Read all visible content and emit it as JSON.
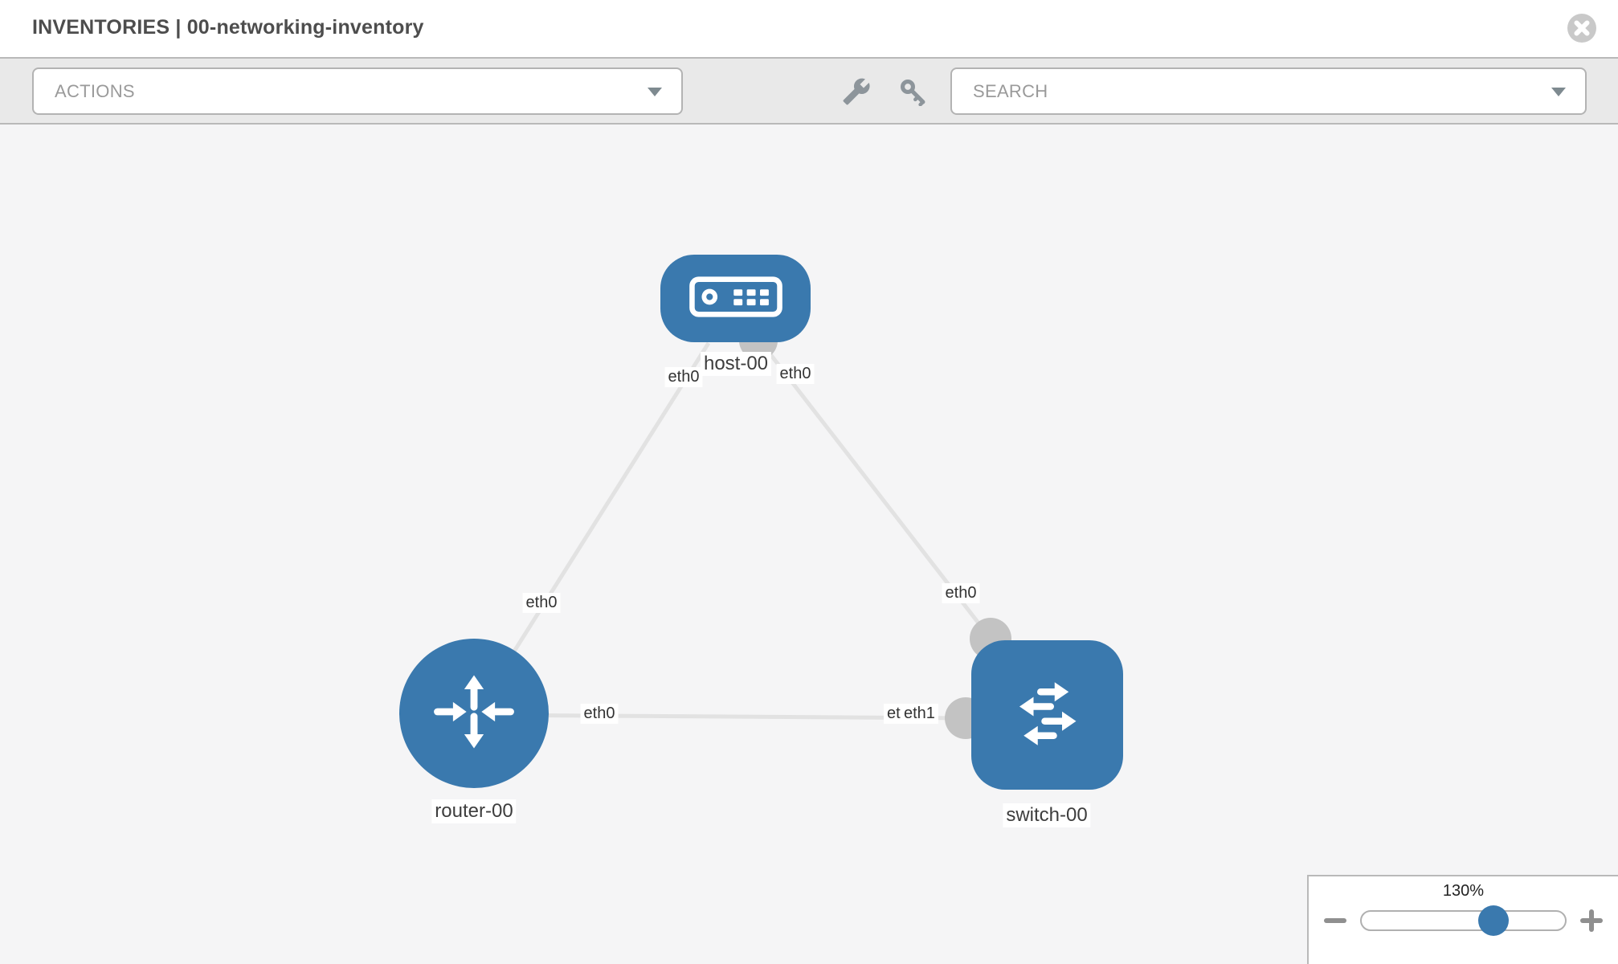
{
  "header": {
    "title": "INVENTORIES | 00-networking-inventory"
  },
  "toolbar": {
    "actions_label": "ACTIONS",
    "search_label": "SEARCH"
  },
  "icons": {
    "close": "circle-x",
    "wrench": "wrench",
    "key": "key",
    "actions_caret": "chevron-down",
    "search_caret": "chevron-down",
    "host": "server-appliance",
    "router": "router-arrows",
    "switch": "switch-arrows"
  },
  "topology": {
    "nodes": [
      {
        "name": "host-00",
        "type": "host"
      },
      {
        "name": "router-00",
        "type": "router"
      },
      {
        "name": "switch-00",
        "type": "switch"
      }
    ],
    "links": [
      {
        "source": "router-00",
        "source_interface": "eth0",
        "target": "host-00",
        "target_interface": "eth0"
      },
      {
        "source": "host-00",
        "source_interface": "eth0",
        "target": "switch-00",
        "target_interface": "eth0"
      },
      {
        "source": "router-00",
        "source_interface": "eth0",
        "target": "switch-00",
        "target_interface": "eth1"
      }
    ],
    "labels": {
      "host": "host-00",
      "router": "router-00",
      "switch": "switch-00",
      "host_if_left": "eth0",
      "host_if_right": "eth0",
      "link_router_host_if": "eth0",
      "link_host_switch_if": "eth0",
      "router_if": "eth0",
      "switch_if_under": "eth0",
      "switch_if_over": "eth1"
    }
  },
  "zoom_control": {
    "value": "130%",
    "percent": 130
  },
  "colors": {
    "node_blue": "#3a79ae",
    "link_gray": "#e2e2e2",
    "connector_gray": "#c3c3c3",
    "toolbar_bg": "#e9e9e9",
    "canvas_bg": "#f5f5f6",
    "title_text": "#4d4d4d"
  }
}
